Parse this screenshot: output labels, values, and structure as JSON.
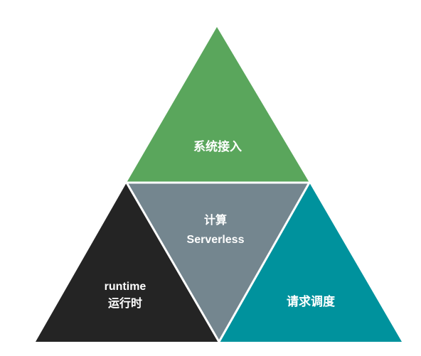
{
  "diagram": {
    "top": {
      "label": "系统接入",
      "color": "#5aa65c"
    },
    "center": {
      "line1": "计算",
      "line2": "Serverless",
      "color": "#74868f"
    },
    "left": {
      "line1": "runtime",
      "line2": "运行时",
      "color": "#242424"
    },
    "right": {
      "label": "请求调度",
      "color": "#00929d"
    }
  }
}
